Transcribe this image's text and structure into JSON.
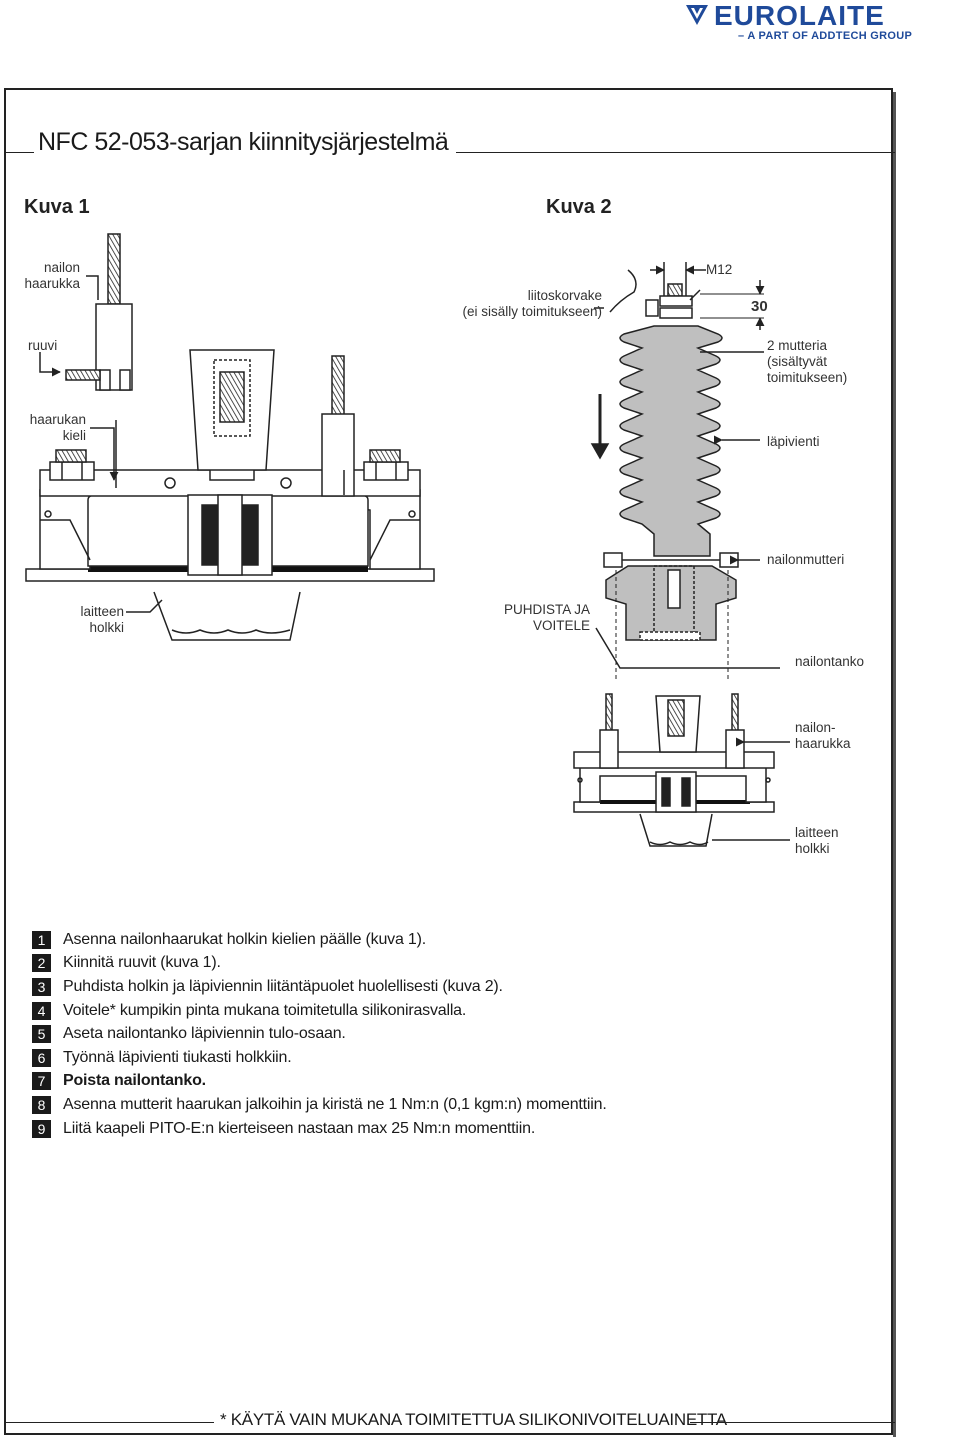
{
  "brand": {
    "name": "EUROLAITE",
    "tagline": "– A PART OF ADDTECH GROUP",
    "color": "#1f4a9a"
  },
  "title": "NFC 52-053-sarjan kiinnitysjärjestelmä",
  "figures": {
    "fig1": {
      "heading": "Kuva 1",
      "labels": {
        "nylon_fork": "nailon\nhaarukka",
        "screw": "ruuvi",
        "fork_tongue": "haarukan\nkieli",
        "device_sleeve": "laitteen\nholkki"
      }
    },
    "fig2": {
      "heading": "Kuva 2",
      "labels": {
        "cable_lug": "liitoskorvake\n(ei sisälly toimitukseen)",
        "thread": "M12",
        "wrench_size": "30",
        "nuts": "2 mutteria\n(sisältyvät\ntoimitukseen)",
        "bushing": "läpivienti",
        "nylon_nut": "nailonmutteri",
        "clean_lube": "PUHDISTA JA\nVOITELE",
        "nylon_rod": "nailontanko",
        "nylon_fork": "nailon-\nhaarukka",
        "device_sleeve": "laitteen\nholkki"
      }
    }
  },
  "steps": [
    {
      "num": "1",
      "text": "Asenna nailonhaarukat holkin kielien päälle (kuva 1).",
      "bold": false
    },
    {
      "num": "2",
      "text": "Kiinnitä ruuvit (kuva 1).",
      "bold": false
    },
    {
      "num": "3",
      "text": "Puhdista holkin ja läpiviennin liitäntäpuolet huolellisesti (kuva 2).",
      "bold": false
    },
    {
      "num": "4",
      "text": "Voitele* kumpikin pinta mukana toimitetulla silikonirasvalla.",
      "bold": false
    },
    {
      "num": "5",
      "text": "Aseta nailontanko läpiviennin tulo-osaan.",
      "bold": false
    },
    {
      "num": "6",
      "text": "Työnnä läpivienti tiukasti holkkiin.",
      "bold": false
    },
    {
      "num": "7",
      "text": "Poista nailontanko.",
      "bold": true
    },
    {
      "num": "8",
      "text": "Asenna mutterit haarukan jalkoihin ja kiristä ne 1 Nm:n (0,1 kgm:n) momenttiin.",
      "bold": false
    },
    {
      "num": "9",
      "text": "Liitä kaapeli PITO-E:n kierteiseen nastaan max 25 Nm:n momenttiin.",
      "bold": false
    }
  ],
  "footer": "* KÄYTÄ VAIN MUKANA TOIMITETTUA SILIKONIVOITELUAINETTA"
}
